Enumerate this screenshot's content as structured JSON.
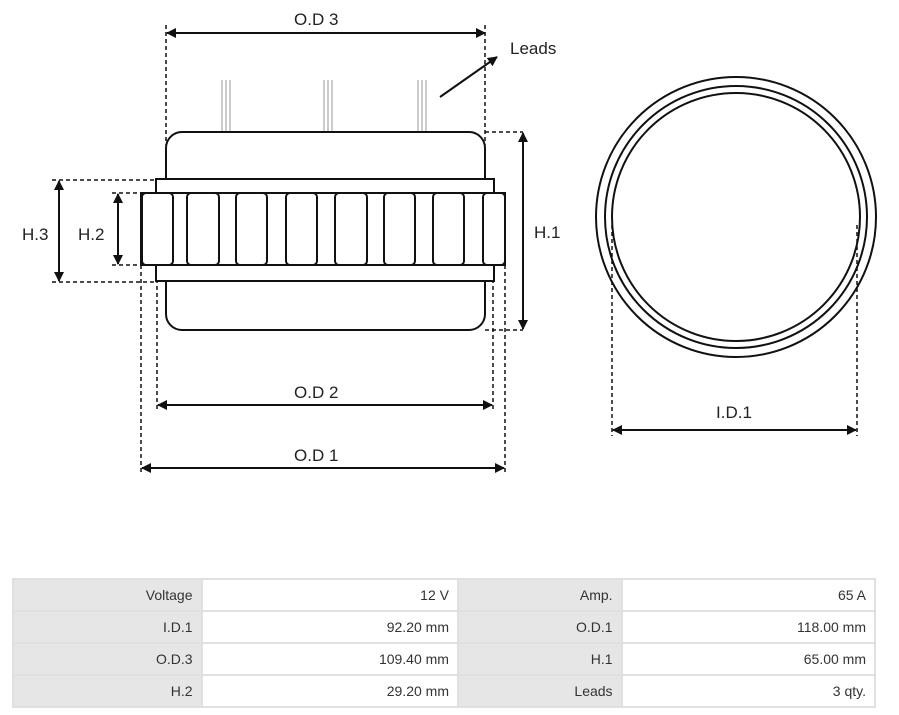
{
  "diagram": {
    "labels": {
      "od3": "O.D 3",
      "leads": "Leads",
      "h1": "H.1",
      "h2": "H.2",
      "h3": "H.3",
      "od2": "O.D 2",
      "od1": "O.D 1",
      "id1": "I.D.1"
    }
  },
  "specs": {
    "rows": [
      {
        "k1": "Voltage",
        "v1": "12 V",
        "k2": "Amp.",
        "v2": "65 A"
      },
      {
        "k1": "I.D.1",
        "v1": "92.20 mm",
        "k2": "O.D.1",
        "v2": "118.00 mm"
      },
      {
        "k1": "O.D.3",
        "v1": "109.40 mm",
        "k2": "H.1",
        "v2": "65.00 mm"
      },
      {
        "k1": "H.2",
        "v1": "29.20 mm",
        "k2": "Leads",
        "v2": "3 qty."
      }
    ]
  }
}
